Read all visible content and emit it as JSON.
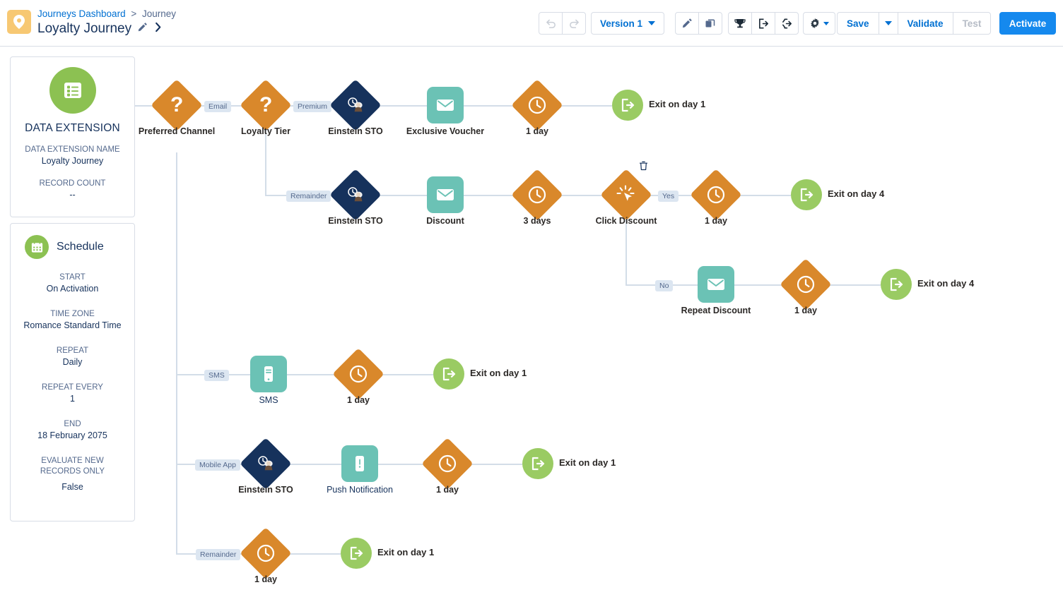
{
  "header": {
    "brand_icon": "location-pin-icon",
    "breadcrumb_root": "Journeys Dashboard",
    "breadcrumb_sep": ">",
    "breadcrumb_current": "Journey",
    "title": "Loyalty Journey",
    "edit_icon": "pencil-icon",
    "expand_icon": "chevron-right-icon",
    "undo_icon": "undo-icon",
    "redo_icon": "redo-icon",
    "version_label": "Version 1",
    "edit_tool_icon": "pencil-icon",
    "copy_tool_icon": "copy-icon",
    "goal_icon": "trophy-icon",
    "exit_icon": "exit-criteria-icon",
    "reentry_icon": "reentry-icon",
    "settings_icon": "gear-icon",
    "save_label": "Save",
    "save_dropdown_icon": "chevron-down-icon",
    "validate_label": "Validate",
    "test_label": "Test",
    "test_disabled": true,
    "activate_label": "Activate",
    "accent_blue": "#0070d2",
    "activate_bg": "#1589ee"
  },
  "data_extension_card": {
    "icon": "data-extension-list-icon",
    "kind": "DATA EXTENSION",
    "fields": [
      {
        "key": "DATA EXTENSION NAME",
        "value": "Loyalty Journey"
      },
      {
        "key": "RECORD COUNT",
        "value": "--"
      }
    ]
  },
  "schedule_card": {
    "icon": "calendar-icon",
    "title": "Schedule",
    "fields": [
      {
        "key": "START",
        "value": "On Activation"
      },
      {
        "key": "TIME ZONE",
        "value": "Romance Standard Time"
      },
      {
        "key": "REPEAT",
        "value": "Daily"
      },
      {
        "key": "REPEAT EVERY",
        "value": "1"
      },
      {
        "key": "END",
        "value": "18 February 2075"
      },
      {
        "key": "EVALUATE NEW RECORDS ONLY",
        "value": "False"
      }
    ]
  },
  "canvas": {
    "colors": {
      "decision_orange": "#d9882b",
      "einstein_navy": "#16325c",
      "message_teal": "#6bc2b5",
      "exit_green": "#9acb63",
      "connector": "#d3dde8",
      "path_label_bg": "#dce6f1"
    },
    "nodes": {
      "preferred_channel": "Preferred Channel",
      "loyalty_tier": "Loyalty Tier",
      "einstein_sto_1": "Einstein STO",
      "exclusive_voucher": "Exclusive Voucher",
      "wait_1day_a": "1 day",
      "exit_day1_a": "Exit on day 1",
      "einstein_sto_2": "Einstein STO",
      "discount": "Discount",
      "wait_3days": "3 days",
      "click_discount": "Click Discount",
      "wait_1day_b": "1 day",
      "exit_day4_a": "Exit on day 4",
      "repeat_discount": "Repeat Discount",
      "wait_1day_c": "1 day",
      "exit_day4_b": "Exit on day 4",
      "sms": "SMS",
      "wait_1day_d": "1 day",
      "exit_day1_b": "Exit on day 1",
      "einstein_sto_3": "Einstein STO",
      "push_notification": "Push Notification",
      "wait_1day_e": "1 day",
      "exit_day1_c": "Exit on day 1",
      "wait_1day_f": "1 day",
      "exit_day1_d": "Exit on day 1"
    },
    "path_labels": {
      "email": "Email",
      "premium": "Premium",
      "remainder_tier": "Remainder",
      "yes": "Yes",
      "no": "No",
      "sms": "SMS",
      "mobile_app": "Mobile App",
      "remainder_channel": "Remainder"
    },
    "delete_icon": "trash-icon"
  }
}
